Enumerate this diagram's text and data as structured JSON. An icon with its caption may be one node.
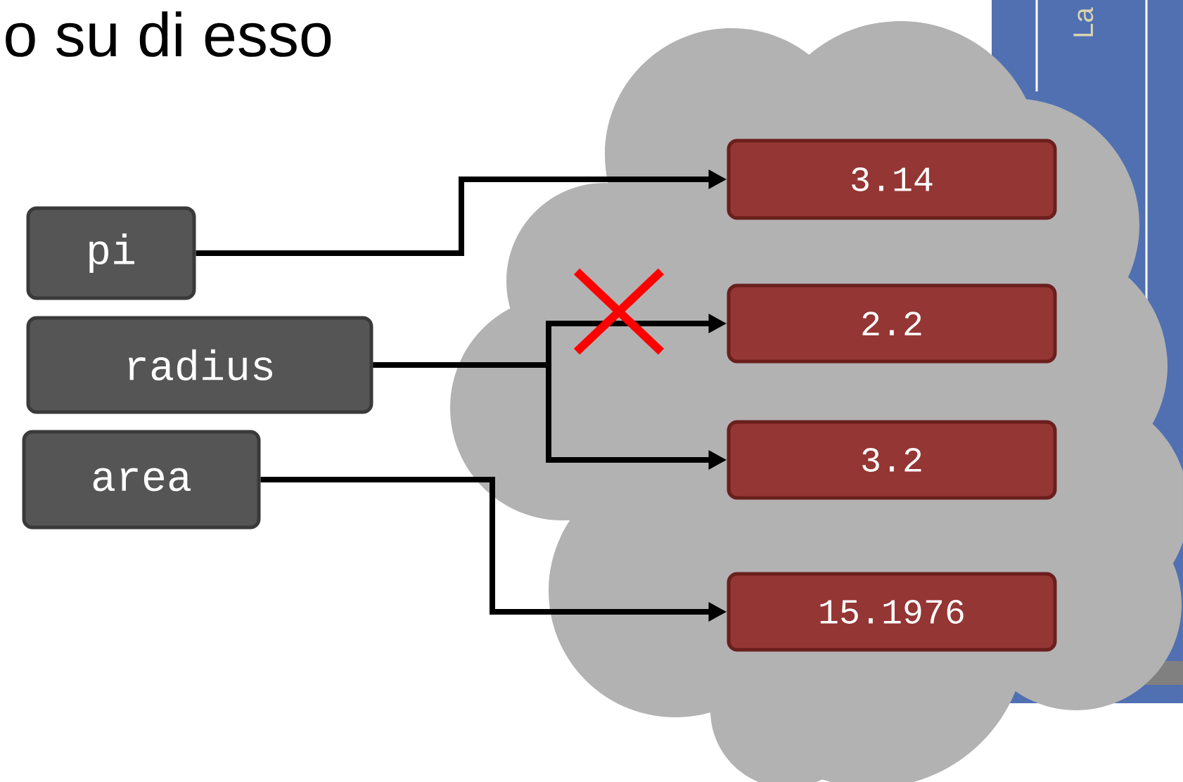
{
  "diagram": {
    "nodes": [
      {
        "text": [
          "pi"
        ]
      },
      {
        "text": [
          "radius"
        ]
      },
      {
        "text": [
          "area"
        ]
      },
      {
        "text": [
          "3.14"
        ]
      },
      {
        "text": [
          "2.2"
        ]
      },
      {
        "text": [
          "3.2"
        ]
      },
      {
        "text": [
          "15.1976"
        ]
      }
    ],
    "edges": [
      {
        "from": 0,
        "to": 3,
        "arrow": "to"
      },
      {
        "from": 1,
        "to": 4,
        "arrow": "to"
      },
      {
        "from": 1,
        "to": 5,
        "arrow": "to"
      },
      {
        "from": 2,
        "to": 6,
        "arrow": "to"
      }
    ],
    "labels": [
      "o su di esso",
      "La"
    ]
  }
}
